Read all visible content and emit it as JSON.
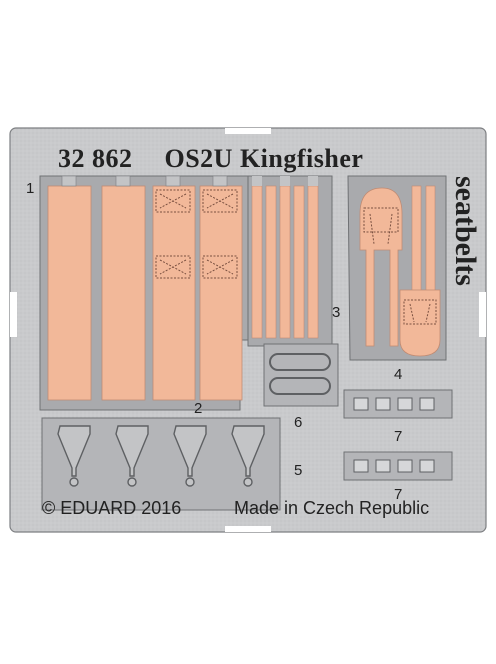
{
  "sheet": {
    "product_number": "32 862",
    "product_name": "OS2U Kingfisher",
    "subject": "seatbelts",
    "copyright": "© EDUARD 2016",
    "origin": "Made in Czech Republic",
    "colors": {
      "fret": "#c9cacc",
      "fret_edge": "#7d7f82",
      "background": "#ffffff",
      "painted_part": "#f2b899",
      "unpainted_part": "#c3c4c6",
      "text": "#222222"
    }
  },
  "part_numbers": [
    "1",
    "2",
    "3",
    "4",
    "5",
    "6",
    "7",
    "7"
  ]
}
